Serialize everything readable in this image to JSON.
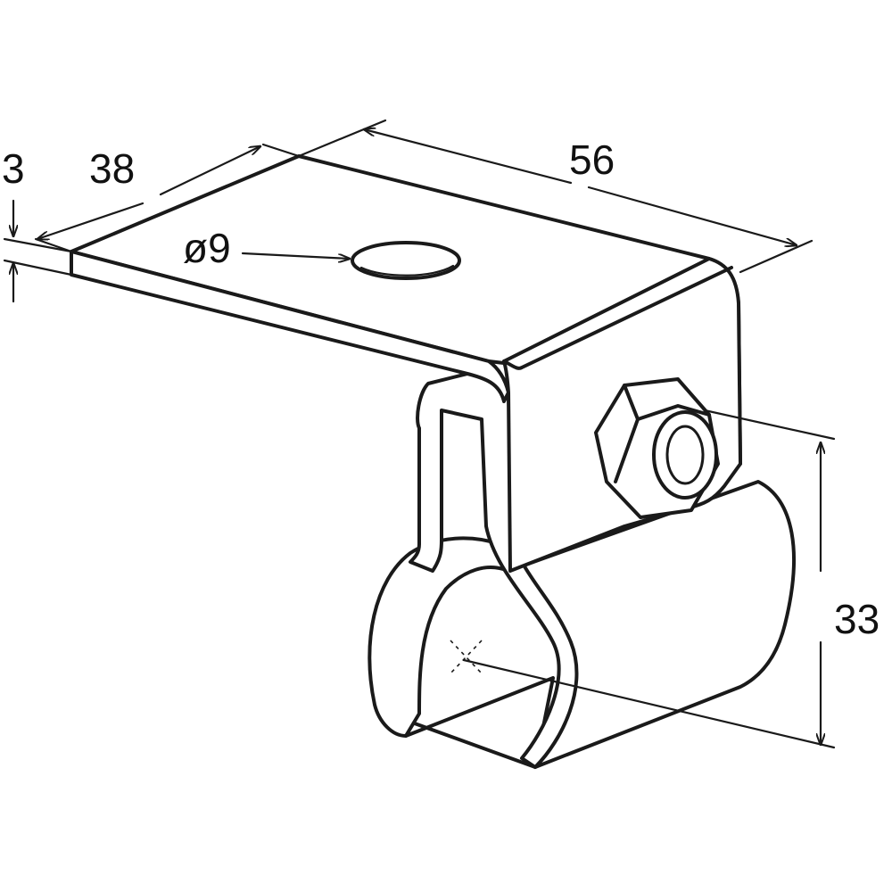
{
  "dimensions": {
    "thickness": "3",
    "width": "38",
    "length": "56",
    "hole": "ø9",
    "height": "33"
  },
  "colors": {
    "line": "#1a1a1a",
    "background": "#ffffff"
  }
}
